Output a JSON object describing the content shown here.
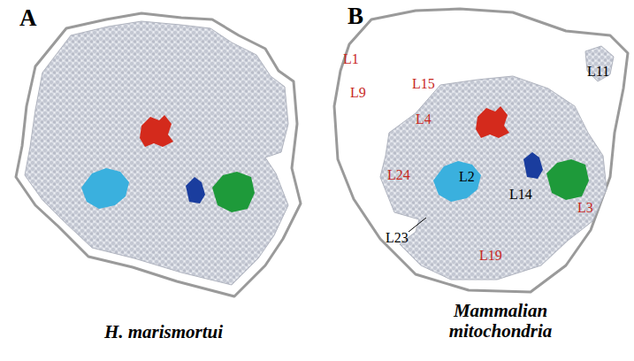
{
  "diagram": {
    "labels": [
      "A",
      "B",
      "H. marismortui",
      "Mammalian mitochondria",
      "L1",
      "L15",
      "L4",
      "L9",
      "L11",
      "L24",
      "L2",
      "L14",
      "L3",
      "L23",
      "L19"
    ]
  }
}
